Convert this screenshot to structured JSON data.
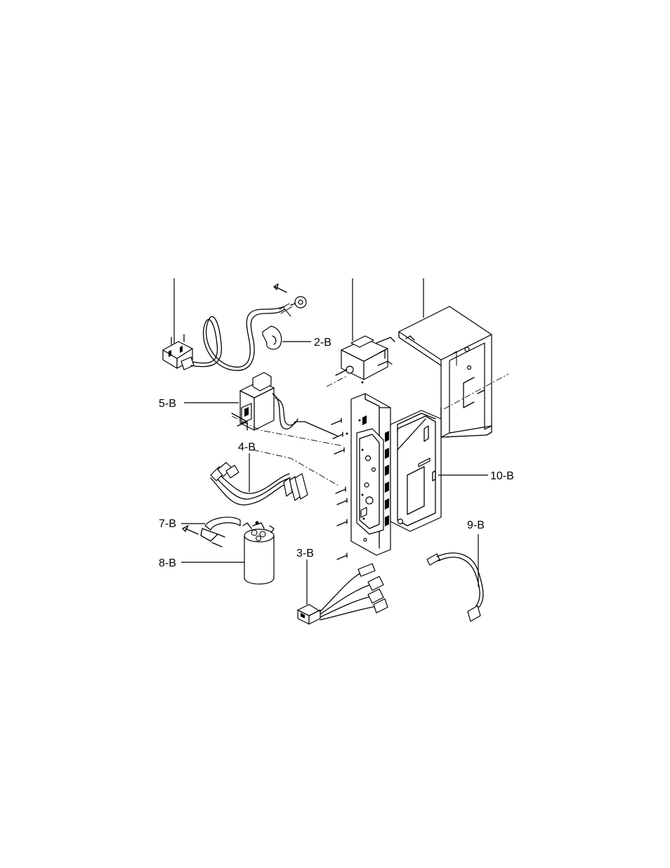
{
  "labels": {
    "l2b": "2-B",
    "l3b": "3-B",
    "l4b": "4-B",
    "l5b": "5-B",
    "l7b": "7-B",
    "l8b": "8-B",
    "l9b": "9-B",
    "l10b": "10-B"
  }
}
